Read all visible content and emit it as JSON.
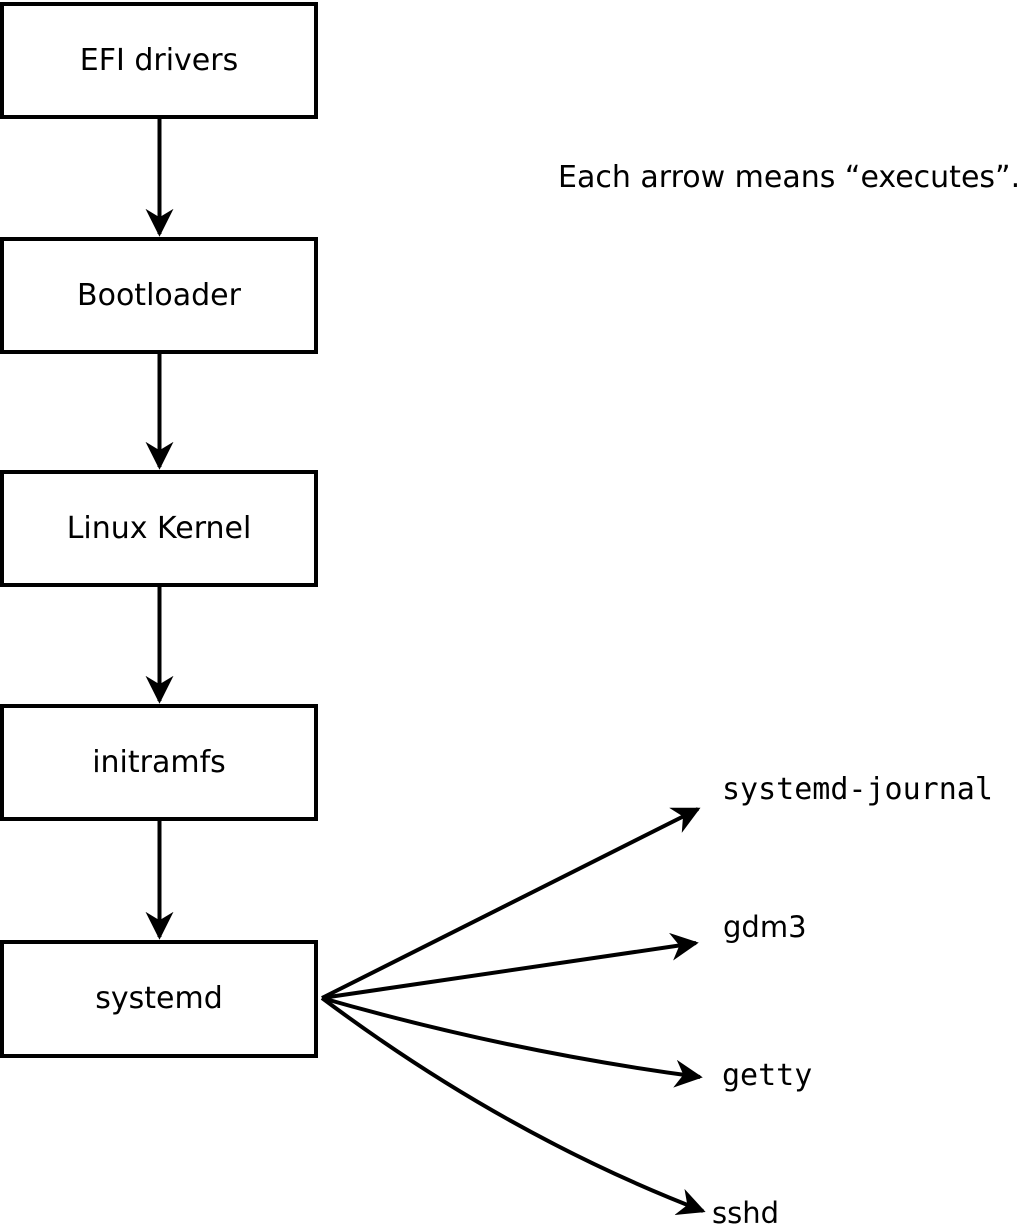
{
  "diagram": {
    "note": "Each arrow means “executes”.",
    "boxes": [
      {
        "id": "efi-drivers",
        "label": "EFI drivers"
      },
      {
        "id": "bootloader",
        "label": "Bootloader"
      },
      {
        "id": "linux-kernel",
        "label": "Linux Kernel"
      },
      {
        "id": "initramfs",
        "label": "initramfs"
      },
      {
        "id": "systemd",
        "label": "systemd"
      }
    ],
    "chain_arrows": [
      {
        "from": "efi-drivers",
        "to": "bootloader",
        "meaning": "executes"
      },
      {
        "from": "bootloader",
        "to": "linux-kernel",
        "meaning": "executes"
      },
      {
        "from": "linux-kernel",
        "to": "initramfs",
        "meaning": "executes"
      },
      {
        "from": "initramfs",
        "to": "systemd",
        "meaning": "executes"
      }
    ],
    "processes": [
      {
        "id": "systemd-journal",
        "label": "systemd-journal"
      },
      {
        "id": "gdm3",
        "label": "gdm3"
      },
      {
        "id": "getty",
        "label": "getty"
      },
      {
        "id": "sshd",
        "label": "sshd"
      }
    ],
    "fan_arrows": [
      {
        "from": "systemd",
        "to": "systemd-journal",
        "meaning": "executes"
      },
      {
        "from": "systemd",
        "to": "gdm3",
        "meaning": "executes"
      },
      {
        "from": "systemd",
        "to": "getty",
        "meaning": "executes"
      },
      {
        "from": "systemd",
        "to": "sshd",
        "meaning": "executes"
      }
    ],
    "colors": {
      "line": "#000000",
      "text": "#000000",
      "background": "#ffffff",
      "box_fill": "#ffffff"
    }
  }
}
